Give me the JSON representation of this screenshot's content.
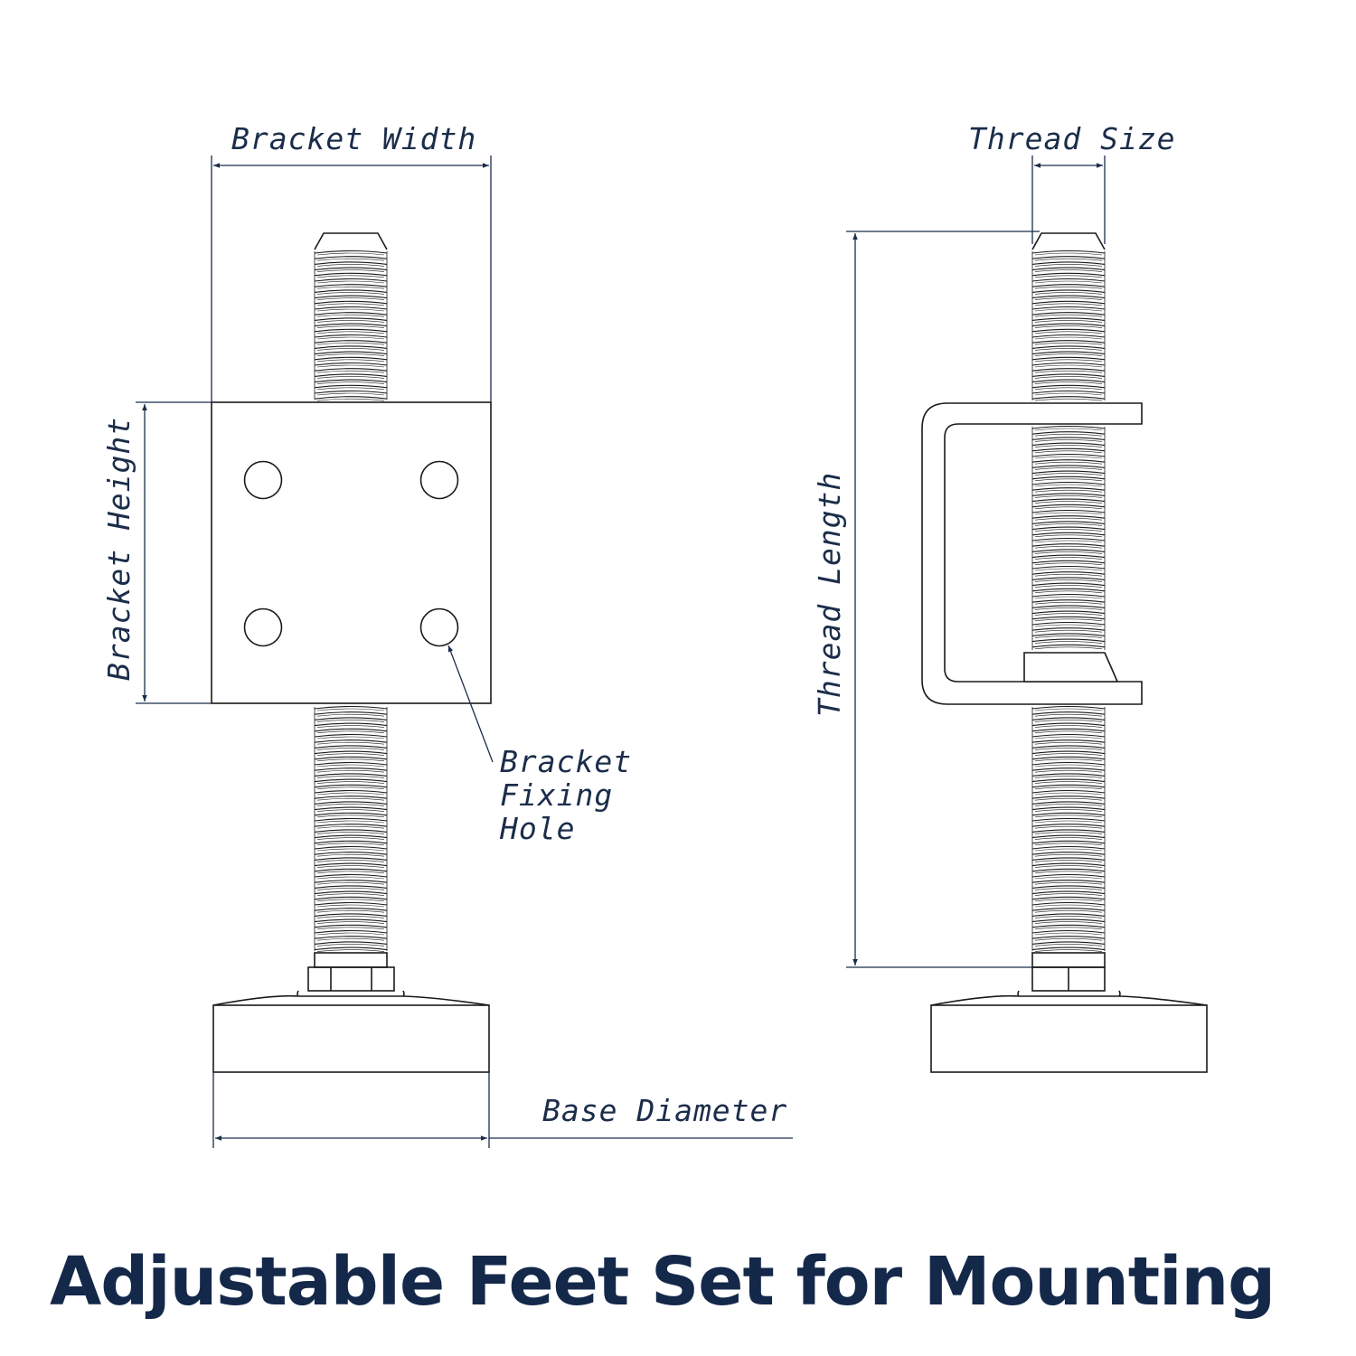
{
  "title": "Adjustable Feet Set for Mounting",
  "labels": {
    "bracket_width": "Bracket Width",
    "bracket_height": "Bracket Height",
    "bracket_fixing_hole": [
      "Bracket",
      "Fixing",
      "Hole"
    ],
    "base_diameter": "Base Diameter",
    "thread_size": "Thread Size",
    "thread_length": "Thread Length"
  },
  "colors": {
    "line": "#1a1a1a",
    "dimension": "#1b2d4a",
    "title": "#14284a",
    "background": "#ffffff"
  }
}
